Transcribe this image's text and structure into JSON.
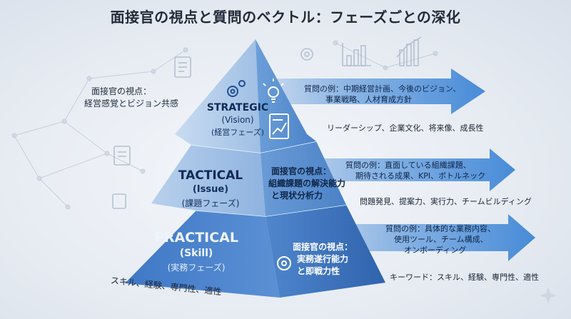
{
  "title": "面接官の視点と質問のベクトル：フェーズごとの深化",
  "side_note": {
    "line1": "面接官の視点：",
    "line2": "経営感覚とビジョン共感"
  },
  "tiers": {
    "strategic": {
      "name": "STRATEGIC",
      "sub": "(Vision)",
      "phase": "(経営フェーズ)",
      "question_label": "質問の例：中期経営計画、今後のビジョン、",
      "question_line2": "事業戦略、人材育成方針",
      "keywords": "リーダーシップ、企業文化、将来像、成長性"
    },
    "tactical": {
      "name": "TACTICAL",
      "sub": "(Issue)",
      "phase": "(課題フェーズ)",
      "perspective": [
        "面接官の視点：",
        "組織課題の解決能力",
        "と現状分析力"
      ],
      "question_label": "質問の例：直面している組織課題、",
      "question_line2": "期待される成果、KPI、ボトルネック",
      "keywords": "問題発見、提案力、実行力、チームビルディング"
    },
    "practical": {
      "name": "PRACTICAL",
      "sub": "(Skill)",
      "phase": "(実務フェーズ)",
      "perspective": [
        "面接官の視点：",
        "実務遂行能力",
        "と即戦力性"
      ],
      "question_label": "質問の例：具体的な業務内容、",
      "question_line2": "使用ツール、チーム構成、",
      "question_line3": "オンボーディング",
      "keywords": "キーワード：スキル、経験、専門性、適性",
      "bottom_note": "スキル、経験、専門性、適性"
    }
  },
  "colors": {
    "top": "#a9c6e6",
    "middle": "#7fa9d9",
    "bottom": "#3d74c4",
    "arrow": "#3b7fd0",
    "text_dark": "#0f2647"
  }
}
